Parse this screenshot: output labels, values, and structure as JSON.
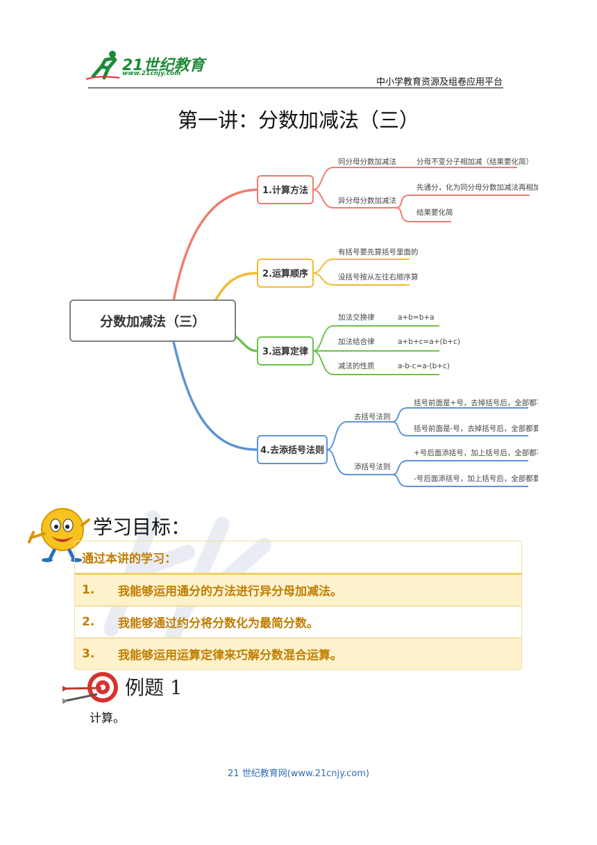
{
  "header": {
    "logo_text": "21世纪教育",
    "logo_url": "www.21cnjy.com",
    "platform": "中小学教育资源及组卷应用平台"
  },
  "title": "第一讲：分数加减法（三）",
  "mindmap": {
    "root": "分数加减法（三）",
    "branches": [
      {
        "label": "1.计算方法",
        "color": "#f07b6e",
        "children": [
          {
            "label": "同分母分数加减法",
            "leaves": [
              "分母不变分子相加减（结果要化简）"
            ]
          },
          {
            "label": "异分母分数加减法",
            "leaves": [
              "先通分，化为同分母分数加减法再相加减",
              "结果要化简"
            ]
          }
        ]
      },
      {
        "label": "2.运算顺序",
        "color": "#f5b82e",
        "children": [
          {
            "label": "有括号要先算括号里面的",
            "leaves": []
          },
          {
            "label": "没括号按从左往右顺序算",
            "leaves": []
          }
        ]
      },
      {
        "label": "3.运算定律",
        "color": "#6cc24a",
        "children": [
          {
            "label": "加法交换律",
            "leaves": [
              "a+b=b+a"
            ]
          },
          {
            "label": "加法结合律",
            "leaves": [
              "a+b+c=a+(b+c)"
            ]
          },
          {
            "label": "减法的性质",
            "leaves": [
              "a-b-c=a-(b+c)"
            ]
          }
        ]
      },
      {
        "label": "4.去添括号法则",
        "color": "#5b93d6",
        "children": [
          {
            "label": "去括号法则",
            "leaves": [
              "括号前面是+号，去掉括号后，全部都不变",
              "括号前面是-号，去掉括号后，全部都要变"
            ]
          },
          {
            "label": "添括号法则",
            "leaves": [
              "+号后面添括号，加上括号后，全部都不变",
              "-号后面添括号，加上括号后，全部都要变"
            ]
          }
        ]
      }
    ]
  },
  "goals": {
    "heading": "学习目标：",
    "intro": "通过本讲的学习：",
    "items": [
      {
        "num": "1.",
        "text": "我能够运用通分的方法进行异分母加减法。"
      },
      {
        "num": "2.",
        "text": "我能够通过约分将分数化为最简分数。"
      },
      {
        "num": "3.",
        "text": "我能够运用运算定律来巧解分数混合运算。"
      }
    ]
  },
  "example": {
    "title": "例题 1",
    "prompt": "计算。"
  },
  "footer": "21 世纪教育网(www.21cnjy.com)"
}
